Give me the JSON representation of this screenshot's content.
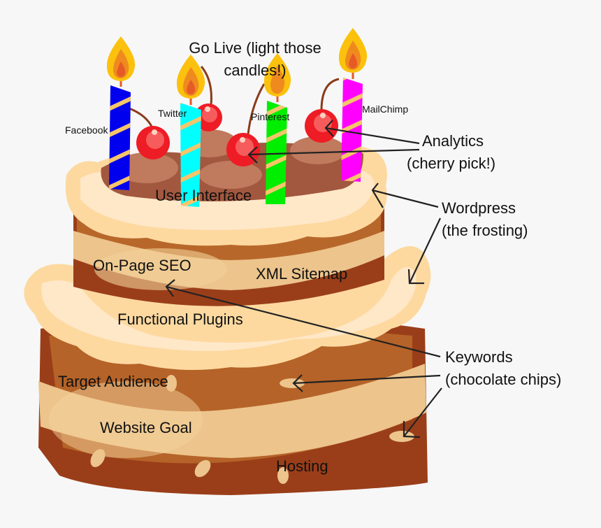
{
  "colors": {
    "background": "#f7f7f7",
    "cake_dark": "#9a3e19",
    "cake_mid": "#b8672a",
    "cake_band": "#ecc48c",
    "frosting": "#fdd9a0",
    "frosting_light": "#ffe8c8",
    "chocolate": "#a2583e",
    "cherry": "#ee1c25",
    "flame_outer": "#fbc10d",
    "flame_inner": "#e65a26",
    "candle_facebook": "#0000ee",
    "candle_twitter": "#00ffff",
    "candle_pinterest": "#00ee00",
    "candle_mailchimp": "#ff00ff",
    "candle_stripe": "#f6c56a",
    "arrow": "#222222"
  },
  "labels": {
    "go_live_line1": "Go Live (light those",
    "go_live_line2": "candles!)",
    "facebook": "Facebook",
    "twitter": "Twitter",
    "pinterest": "Pinterest",
    "mailchimp": "MailChimp",
    "user_interface": "User Interface",
    "analytics_line1": "Analytics",
    "analytics_line2": "(cherry pick!)",
    "wordpress_line1": "Wordpress",
    "wordpress_line2": "(the frosting)",
    "on_page_seo": "On-Page SEO",
    "xml_sitemap": "XML Sitemap",
    "functional_plugins": "Functional Plugins",
    "keywords_line1": "Keywords",
    "keywords_line2": "(chocolate chips)",
    "target_audience": "Target Audience",
    "website_goal": "Website Goal",
    "hosting": "Hosting"
  }
}
